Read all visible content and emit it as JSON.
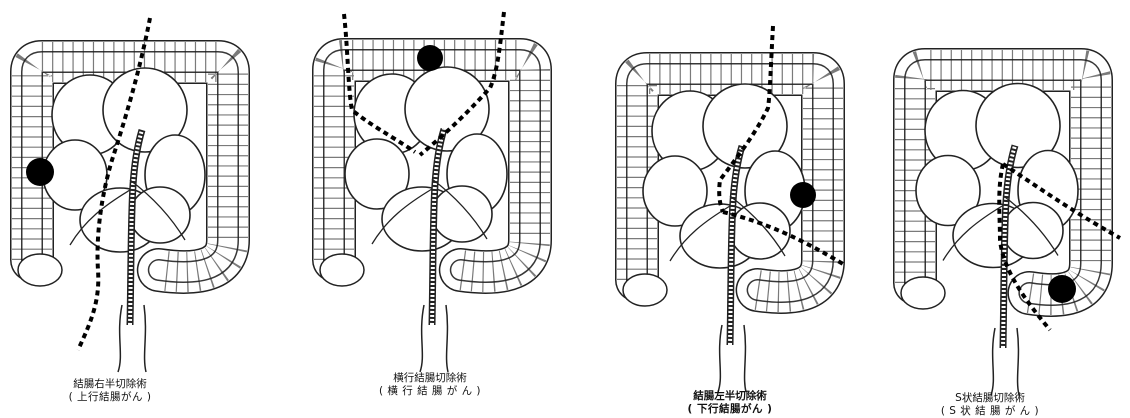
{
  "panels": [
    {
      "title": "結腸右半切除術",
      "subtitle": "( 上行結腸がん )"
    },
    {
      "title": "横行結腸切除術",
      "subtitle": "( 横 行 結 腸 が ん )"
    },
    {
      "title": "結腸左半切除術",
      "subtitle": "( 下行結腸がん )"
    },
    {
      "title": "S状結腸切除術",
      "subtitle": "( S 状 結 腸 が ん )"
    }
  ],
  "colors": {
    "ink": "#222222",
    "tumor": "#000000",
    "cut_line": "#000000",
    "background": "#ffffff"
  }
}
